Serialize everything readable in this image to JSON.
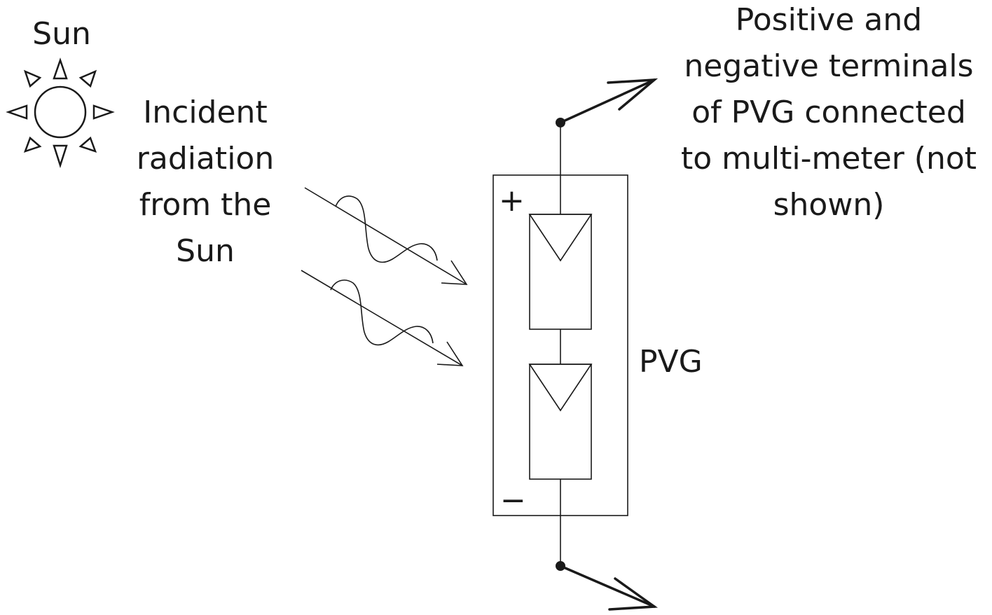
{
  "labels": {
    "sun": "Sun",
    "incident_radiation": [
      "Incident",
      "radiation",
      "from the",
      "Sun"
    ],
    "terminals_note": [
      "Positive and",
      "negative terminals",
      "of PVG connected",
      "to multi-meter (not",
      "shown)"
    ],
    "pvg": "PVG",
    "positive_sign": "+",
    "negative_sign": "−"
  },
  "icons": {
    "sun": "sun-icon",
    "radiation": "wavy-arrow-icon",
    "cell": "photovoltaic-cell-icon",
    "terminal_arrow": "arrow-icon"
  },
  "colors": {
    "stroke": "#1a1a1a",
    "background": "#ffffff"
  }
}
